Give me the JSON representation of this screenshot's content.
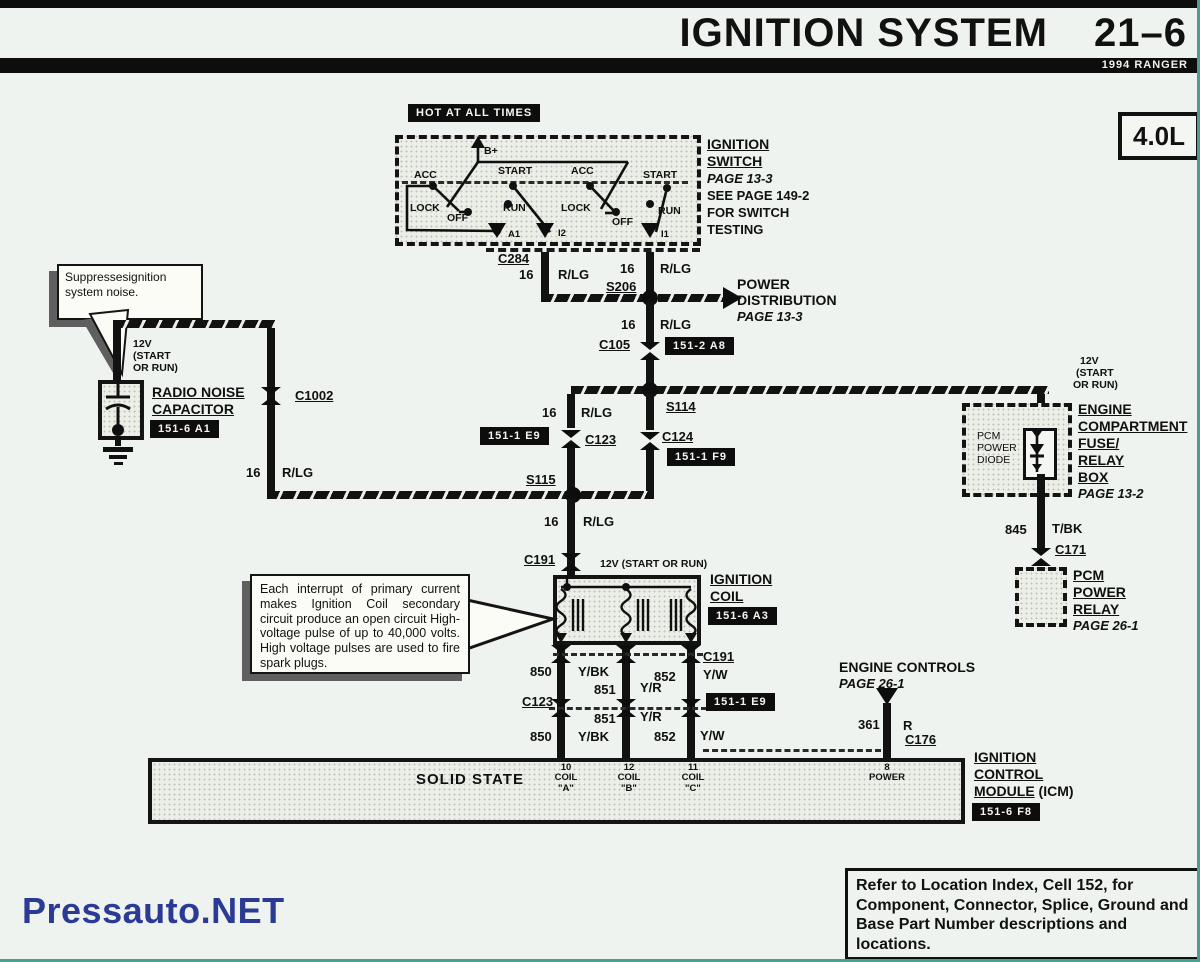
{
  "header": {
    "title": "IGNITION SYSTEM",
    "page_no": "21–6",
    "vehicle": "1994 RANGER",
    "engine": "4.0L"
  },
  "watermark": "Pressauto.NET",
  "note": "Refer to Location Index, Cell 152, for Component, Connector, Splice, Ground and Base Part Number descriptions and locations.",
  "callouts": {
    "noise_l1": "Suppressesignition",
    "noise_l2": "system noise.",
    "coil_note": "Each interrupt of primary current makes Ignition Coil secondary circuit produce an open circuit High-voltage pulse of up to 40,000 volts. High voltage pulses are used to fire spark plugs."
  },
  "switch": {
    "hot": "HOT AT ALL TIMES",
    "b_plus": "B+",
    "pos": [
      "ACC",
      "START",
      "LOCK",
      "OFF",
      "RUN"
    ],
    "terminals": [
      "A1",
      "I2",
      "I1"
    ],
    "label": [
      "IGNITION",
      "SWITCH"
    ],
    "page": "PAGE 13-3",
    "see": "SEE PAGE 149-2",
    "for_sw": "FOR SWITCH",
    "testing": "TESTING"
  },
  "conn": {
    "c284": "C284",
    "s206": "S206",
    "c105": "C105",
    "s114": "S114",
    "c123": "C123",
    "c124": "C124",
    "s115": "S115",
    "c191": "C191",
    "c1002": "C1002",
    "c171": "C171",
    "c176": "C176"
  },
  "wire": {
    "g16": "16",
    "rlg": "R/LG",
    "g845": "845",
    "tbk": "T/BK",
    "g361": "361",
    "r": "R",
    "g850": "850",
    "ybk": "Y/BK",
    "g851": "851",
    "yr": "Y/R",
    "g852": "852",
    "yw": "Y/W"
  },
  "badge": {
    "a8": "151-2 A8",
    "e9": "151-1 E9",
    "f9": "151-1 F9",
    "a1": "151-6 A1",
    "a3": "151-6 A3",
    "f8": "151-6 F8"
  },
  "power_dist": {
    "l1": "POWER",
    "l2": "DISTRIBUTION",
    "page": "PAGE 13-3"
  },
  "capacitor": {
    "l1": "RADIO NOISE",
    "l2": "CAPACITOR",
    "v1": "12V",
    "v2": "(START",
    "v3": "OR RUN)"
  },
  "coil": {
    "l1": "IGNITION",
    "l2": "COIL",
    "v": "12V (START OR RUN)"
  },
  "engine_controls": {
    "l1": "ENGINE CONTROLS",
    "page": "PAGE 26-1"
  },
  "icm": {
    "solid_state": "SOLID STATE",
    "l1": "IGNITION",
    "l2": "CONTROL",
    "l3": "MODULE",
    "l3b": " (ICM)",
    "pins": [
      {
        "no": "10",
        "l1": "COIL",
        "l2": "\"A\""
      },
      {
        "no": "12",
        "l1": "COIL",
        "l2": "\"B\""
      },
      {
        "no": "11",
        "l1": "COIL",
        "l2": "\"C\""
      },
      {
        "no": "8",
        "l1": "POWER",
        "l2": ""
      }
    ]
  },
  "fusebox": {
    "v1": "12V",
    "v2": "(START",
    "v3": "OR RUN)",
    "diode": [
      "PCM",
      "POWER",
      "DIODE"
    ],
    "label": [
      "ENGINE",
      "COMPARTMENT",
      "FUSE/",
      "RELAY",
      "BOX"
    ],
    "page": "PAGE 13-2"
  },
  "relay": {
    "label": [
      "PCM",
      "POWER",
      "RELAY"
    ],
    "page": "PAGE 26-1"
  }
}
